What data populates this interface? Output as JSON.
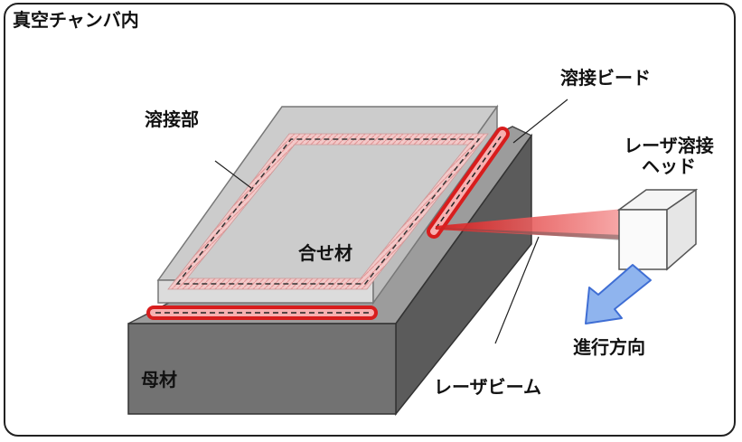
{
  "chamber_label": "真空チャンバ内",
  "labels": {
    "weld_zone": "溶接部",
    "weld_bead": "溶接ビード",
    "head_line1": "レーザ溶接",
    "head_line2": "ヘッド",
    "cover_material": "合せ材",
    "base_material": "母材",
    "laser_beam": "レーザビーム",
    "travel_direction": "進行方向"
  },
  "colors": {
    "base_top": "#9c9c9c",
    "base_front": "#707070",
    "base_side": "#595959",
    "plate_top": "#c9c9c9",
    "weld_pattern": "#f0b8b8",
    "bead_red": "#e8201e",
    "beam_red": "#e83a3a",
    "arrow_blue": "#8fb4ee",
    "arrow_blue_edge": "#3f6ed4"
  },
  "icons": {
    "travel_arrow": "arrow-down-left-icon"
  }
}
